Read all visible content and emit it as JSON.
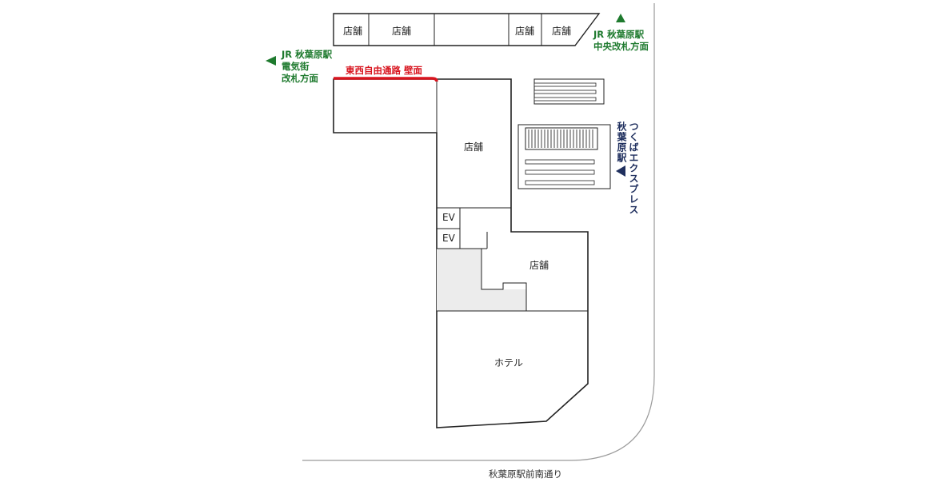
{
  "map": {
    "top_row_shops": [
      "店舗",
      "店舗",
      "",
      "店舗",
      "店舗"
    ],
    "shop_upper": "店舗",
    "shop_middle": "店舗",
    "hotel": "ホテル",
    "ev_1": "EV",
    "ev_2": "EV",
    "passage_label": "東西自由通路 壁面",
    "jr_central": {
      "line1": "JR 秋葉原駅",
      "line2": "中央改札方面"
    },
    "jr_electric": {
      "line1": "JR 秋葉原駅",
      "line2": "電気街",
      "line3": "改札方面"
    },
    "tx_station": {
      "line1": "つくばエクスプレス",
      "line2": "秋葉原駅"
    },
    "street_name": "秋葉原駅前南通り"
  },
  "colors": {
    "green": "#1e7a2e",
    "navy": "#1f2f5e",
    "red": "#d8141e",
    "outline": "#222222",
    "shade": "#ececec"
  }
}
